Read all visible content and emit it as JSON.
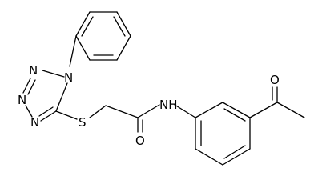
{
  "molecule": {
    "atom_labels": {
      "tetrazole_n1": "N",
      "tetrazole_n2": "N",
      "tetrazole_n3": "N",
      "tetrazole_n4": "N",
      "thioether_s": "S",
      "amide_o": "O",
      "amide_nh": "NH",
      "ketone_o": "O"
    }
  }
}
